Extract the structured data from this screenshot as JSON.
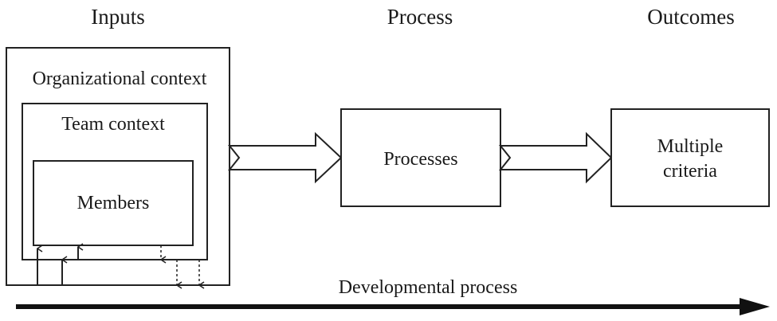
{
  "headings": {
    "inputs": "Inputs",
    "process": "Process",
    "outcomes": "Outcomes"
  },
  "boxes": {
    "organizational_context": "Organizational context",
    "team_context": "Team context",
    "members": "Members",
    "processes": "Processes",
    "multiple_criteria_line1": "Multiple",
    "multiple_criteria_line2": "criteria"
  },
  "timeline": {
    "label": "Developmental process"
  }
}
